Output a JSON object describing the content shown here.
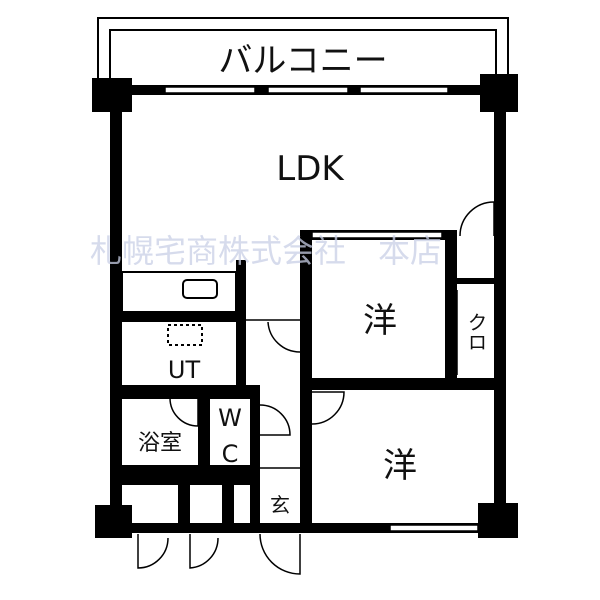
{
  "floorplan": {
    "rooms": {
      "balcony": "バルコニー",
      "ldk": "LDK",
      "western_room_1": "洋",
      "western_room_2": "洋",
      "closet": "クロ",
      "utility": "UT",
      "bathroom": "浴室",
      "toilet_w": "W",
      "toilet_c": "C",
      "entrance": "玄"
    },
    "watermark": "札幌宅商株式会社　本店",
    "colors": {
      "wall": "#000000",
      "watermark": "#c9cfe6"
    }
  }
}
